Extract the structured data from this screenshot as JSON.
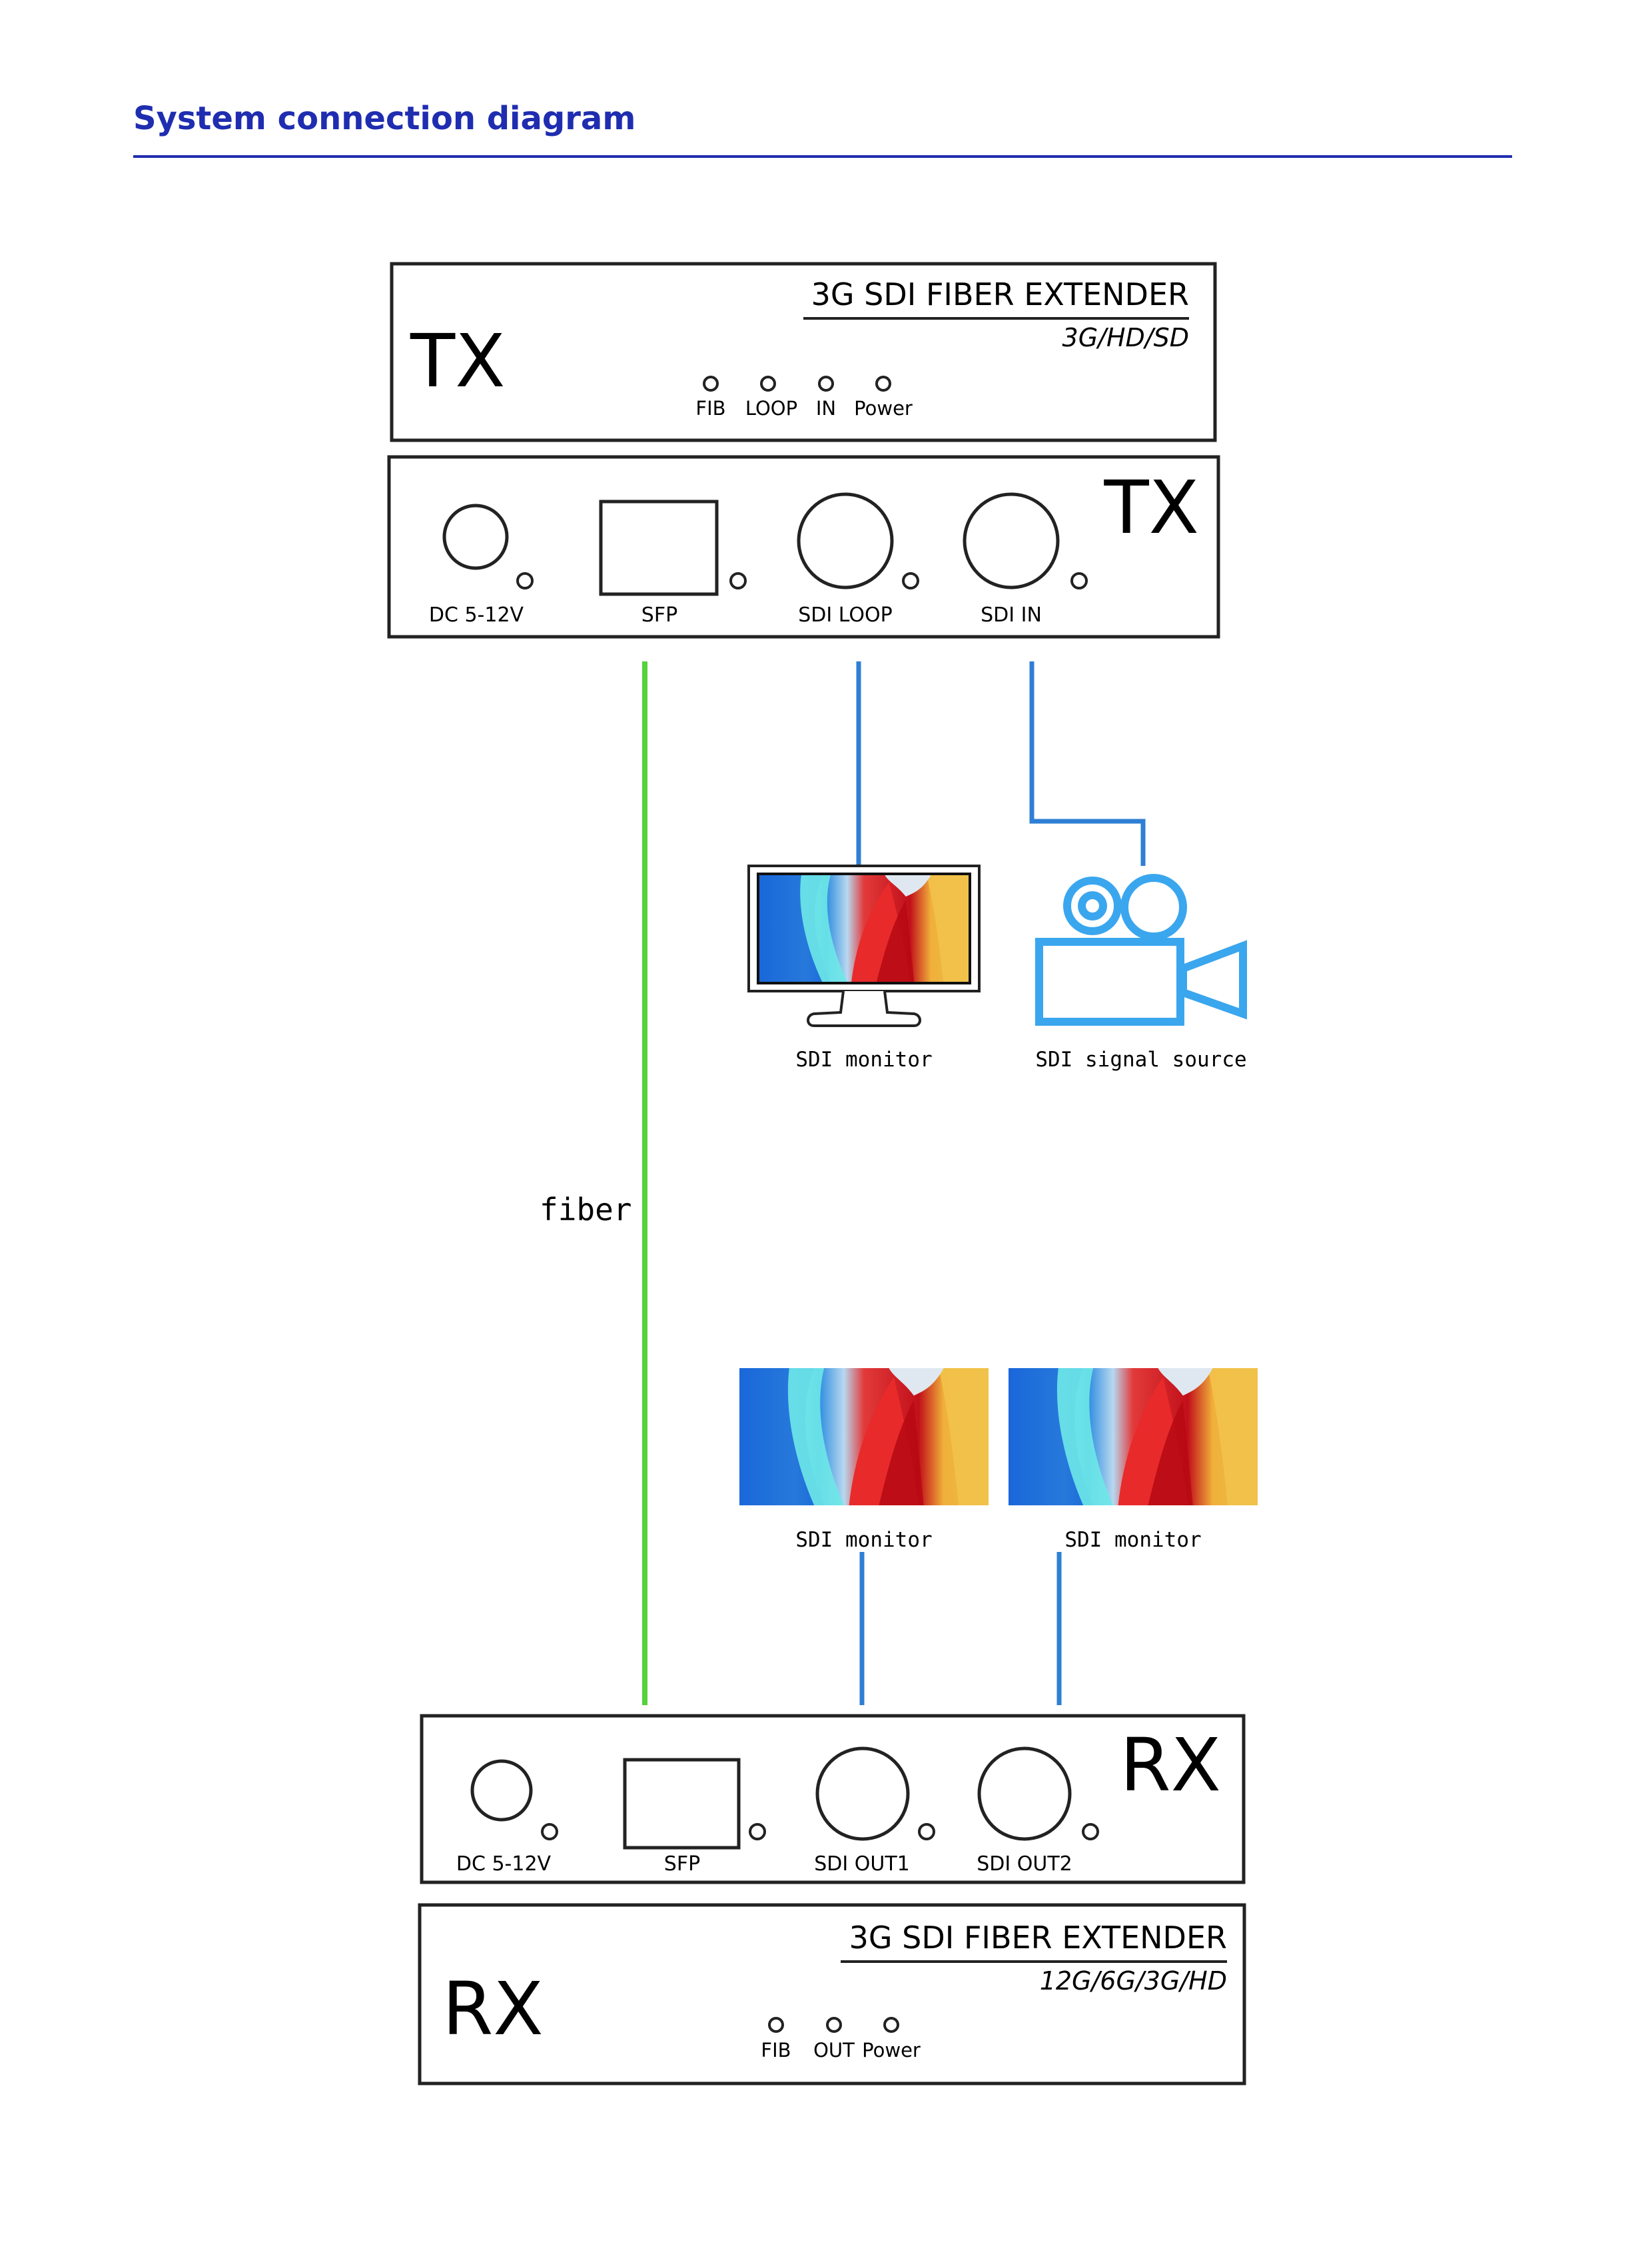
{
  "page": {
    "heading": "System connection diagram",
    "colors": {
      "heading": "#1f2db0",
      "fiber": "#55d23c",
      "sdi_cable": "#2f7fd4",
      "camera": "#3aa6ee"
    }
  },
  "tx_front": {
    "unit_label": "TX",
    "product_title": "3G SDI FIBER EXTENDER",
    "format_text": "3G/HD/SD",
    "leds": [
      "FIB",
      "LOOP",
      "IN",
      "Power"
    ]
  },
  "tx_rear": {
    "unit_label": "TX",
    "ports": [
      "DC 5-12V",
      "SFP",
      "SDI LOOP",
      "SDI IN"
    ]
  },
  "devices": {
    "tx_monitor_label": "SDI monitor",
    "source_label": "SDI signal source",
    "fiber_label": "fiber",
    "rx_monitor1_label": "SDI monitor",
    "rx_monitor2_label": "SDI monitor"
  },
  "rx_rear": {
    "unit_label": "RX",
    "ports": [
      "DC 5-12V",
      "SFP",
      "SDI OUT1",
      "SDI OUT2"
    ]
  },
  "rx_front": {
    "unit_label": "RX",
    "product_title": "3G SDI FIBER EXTENDER",
    "format_text": "12G/6G/3G/HD",
    "leds": [
      "FIB",
      "OUT",
      "Power"
    ]
  }
}
